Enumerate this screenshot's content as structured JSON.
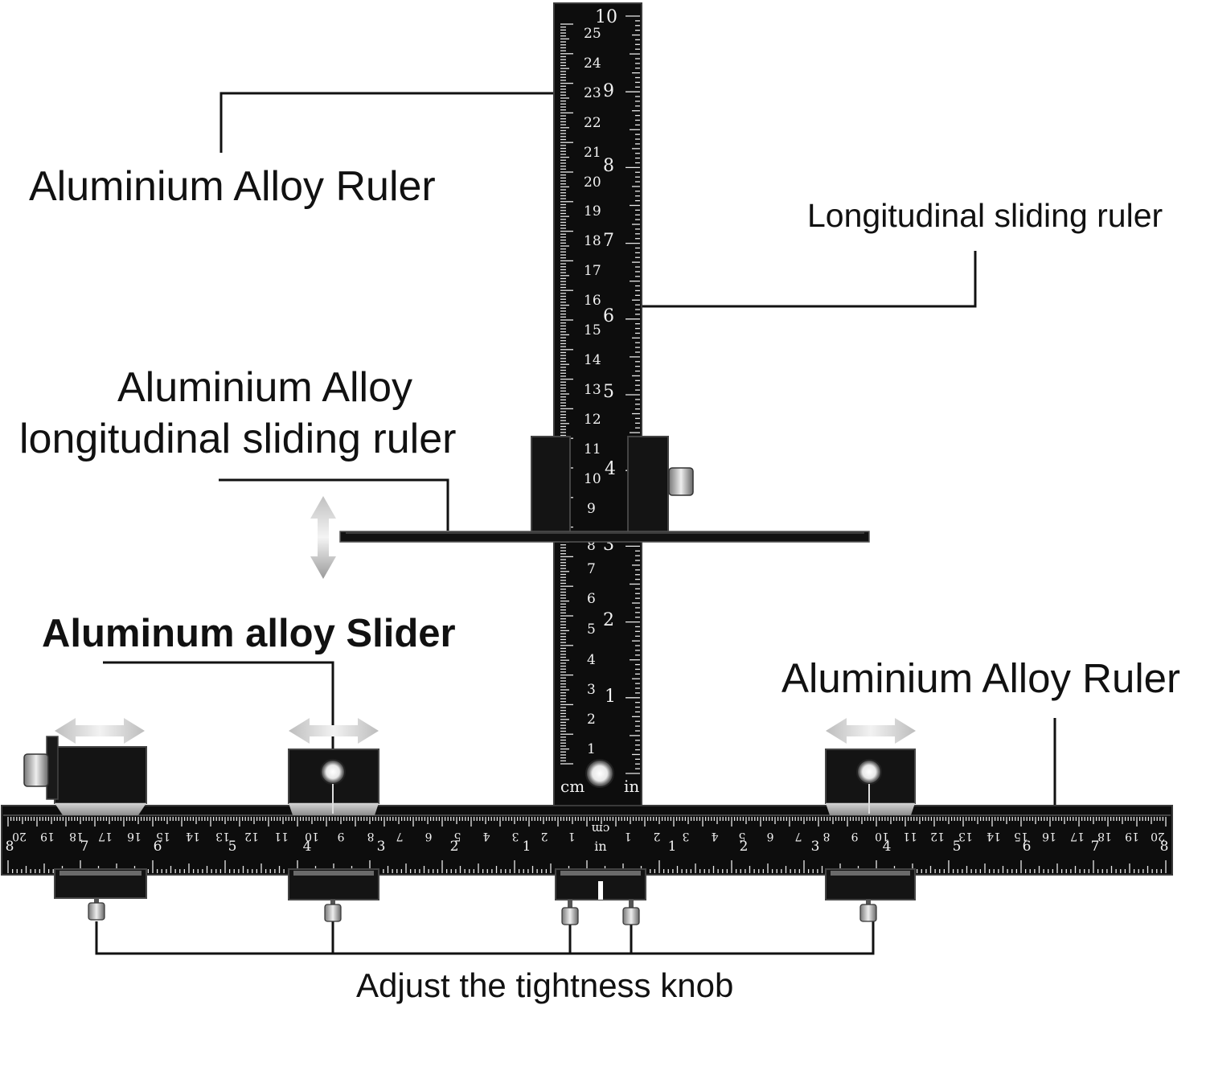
{
  "labels": {
    "top_ruler": "Aluminium Alloy Ruler",
    "longitudinal_ruler": "Longitudinal sliding ruler",
    "sliding_ruler_line1": "Aluminium Alloy",
    "sliding_ruler_line2": "longitudinal sliding ruler",
    "slider": "Aluminum alloy Slider",
    "bottom_ruler": "Aluminium Alloy Ruler",
    "knob": "Adjust the tightness knob"
  },
  "vertical_ruler": {
    "cm_labels": [
      "25",
      "24",
      "23",
      "22",
      "21",
      "20",
      "19",
      "18",
      "17",
      "16",
      "15",
      "14",
      "13",
      "12",
      "11",
      "10",
      "9",
      "8",
      "7",
      "6",
      "5",
      "4",
      "3",
      "2",
      "1"
    ],
    "in_labels": [
      "10",
      "9",
      "8",
      "7",
      "6",
      "5",
      "4",
      "3",
      "2",
      "1"
    ],
    "cm_unit": "cm",
    "in_unit": "in"
  },
  "horizontal_ruler": {
    "cm_labels": [
      "20",
      "19",
      "18",
      "17",
      "16",
      "15",
      "14",
      "13",
      "12",
      "11",
      "10",
      "9",
      "8",
      "7",
      "6",
      "5",
      "4",
      "3",
      "2",
      "1",
      "1",
      "2",
      "3",
      "4",
      "5",
      "6",
      "7",
      "8",
      "9",
      "10",
      "11",
      "12",
      "13",
      "14",
      "15",
      "16",
      "17",
      "18",
      "19",
      "20"
    ],
    "in_labels": [
      "8",
      "7",
      "6",
      "5",
      "4",
      "3",
      "2",
      "1",
      "1",
      "2",
      "3",
      "4",
      "5",
      "6",
      "7",
      "8"
    ],
    "cm_unit": "cm",
    "in_unit": "in"
  },
  "colors": {
    "ruler_body": "#0d0d0d",
    "ruler_markings": "#f2f2f2",
    "slider_face": "#b9b9b9",
    "leader_line": "#111111",
    "arrow": "#c8c8c8"
  }
}
